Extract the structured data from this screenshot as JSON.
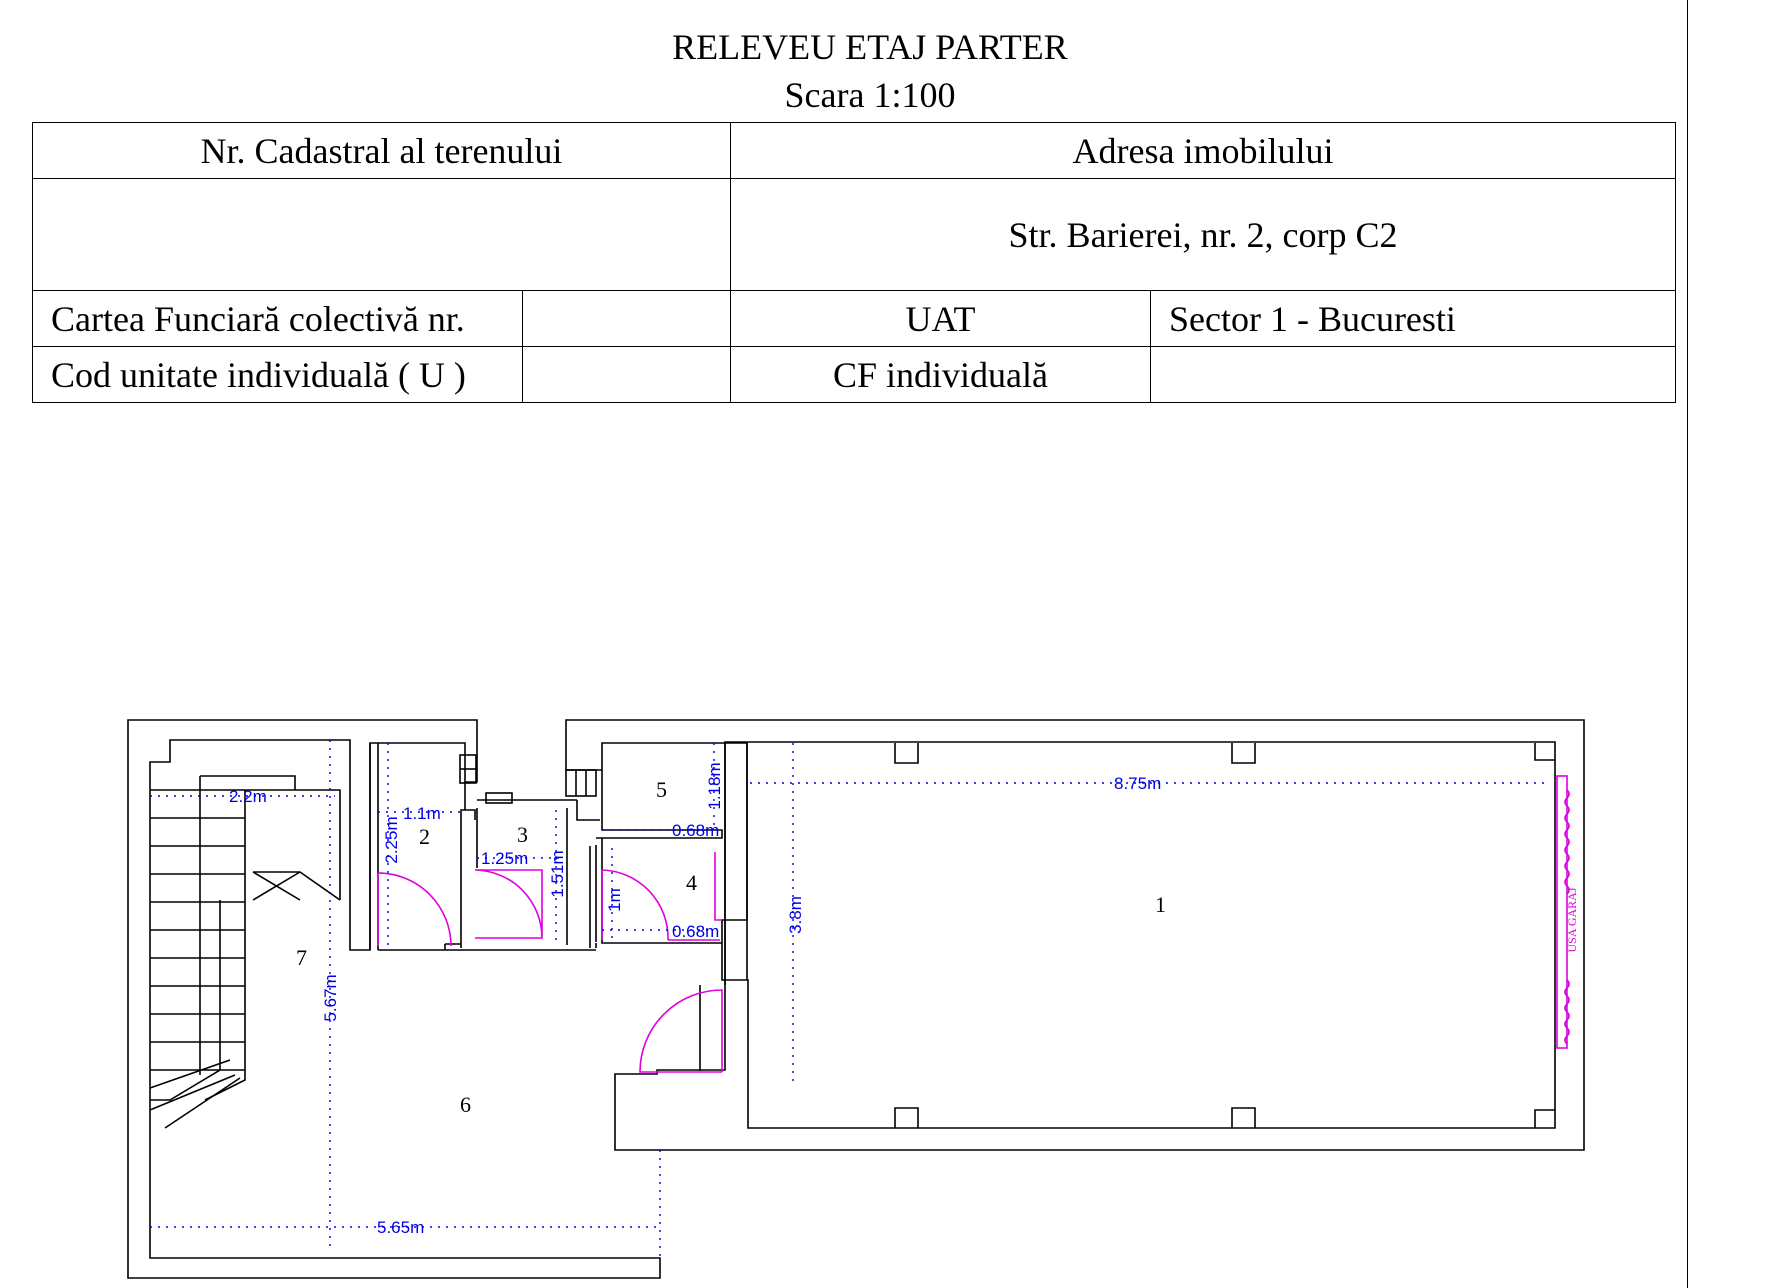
{
  "header": {
    "title": "RELEVEU ETAJ PARTER",
    "scale": "Scara 1:100"
  },
  "table": {
    "cadastral_label": "Nr. Cadastral al terenului",
    "address_label": "Adresa imobilului",
    "address_value": "Str. Barierei, nr. 2, corp C2",
    "cf_colectiva_label": "Cartea Funciară colectivă nr.",
    "uat_label": "UAT",
    "uat_value": "Sector 1 - Bucuresti",
    "cod_unitate_label": "Cod unitate individuală ( U )",
    "cf_individuala_label": "CF individuală"
  },
  "plan": {
    "rooms": [
      "1",
      "2",
      "3",
      "4",
      "5",
      "6",
      "7"
    ],
    "dimensions": {
      "d_2_2": "2.2m",
      "d_1_1": "1.1m",
      "d_2_25": "2.25m",
      "d_1_25": "1.25m",
      "d_1_51": "1.51m",
      "d_0_68_top": "0.68m",
      "d_1_18": "1.18m",
      "d_1m": "1m",
      "d_0_68_bottom": "0.68m",
      "d_3_8": "3.8m",
      "d_8_75": "8.75m",
      "d_5_67": "5.67m",
      "d_5_65": "5.65m"
    },
    "garage_door_label": "USA GARAJ"
  },
  "colors": {
    "dimension": "#0000e6",
    "door": "#e000e0",
    "line": "#000000"
  }
}
